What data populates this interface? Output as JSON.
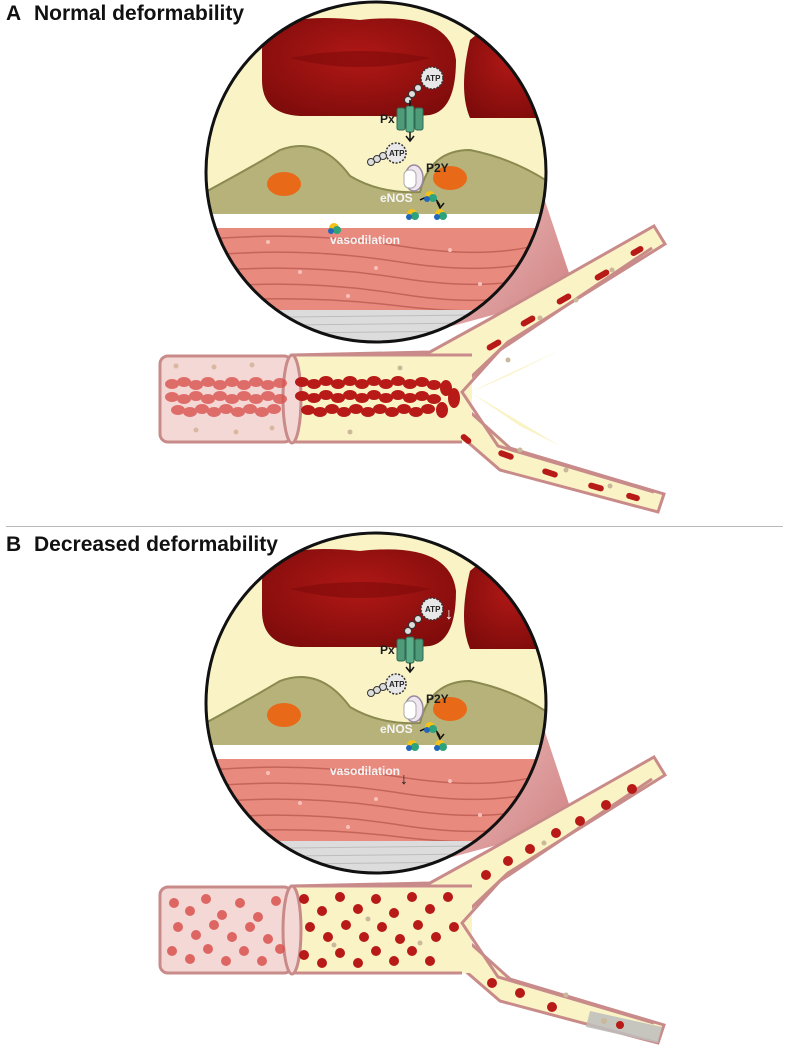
{
  "panel_a": {
    "letter": "A",
    "title": "Normal deformability",
    "labels": {
      "atp_top": "ATP",
      "px": "Px",
      "atp_mid": "ATP",
      "p2y": "P2Y",
      "enos": "eNOS",
      "vasodilation": "vasodilation"
    },
    "arrows": {
      "atp_release": "",
      "vasodilation": ""
    }
  },
  "panel_b": {
    "letter": "B",
    "title": "Decreased deformability",
    "labels": {
      "atp_top": "ATP",
      "px": "Px",
      "atp_mid": "ATP",
      "p2y": "P2Y",
      "enos": "eNOS",
      "vasodilation": "vasodilation"
    },
    "arrows": {
      "atp_release": "↓",
      "vasodilation": "↓"
    }
  },
  "colors": {
    "rbc": "#b81a18",
    "rbc_dark": "#8a0e0c",
    "plasma": "#f9f3c6",
    "endothelium": "#b7b279",
    "nucleus": "#e86a18",
    "smooth_muscle": "#e98a7f",
    "vessel_wall": "#e8b7b2",
    "channel": "#4f9a78"
  }
}
